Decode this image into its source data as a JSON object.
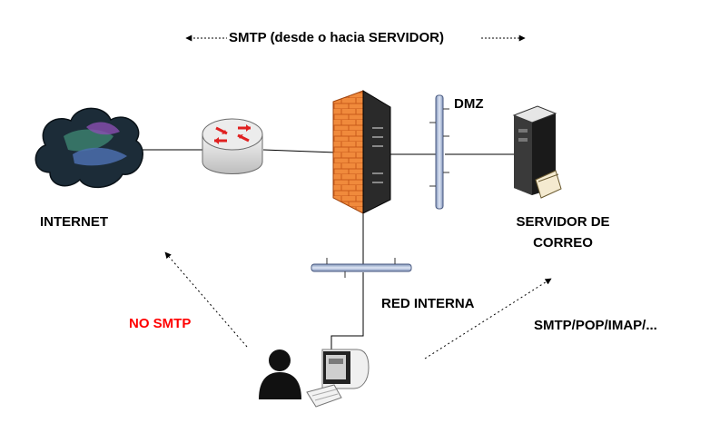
{
  "top_label": "SMTP (desde o hacia SERVIDOR)",
  "labels": {
    "dmz": "DMZ",
    "internet": "INTERNET",
    "server_line1": "SERVIDOR DE",
    "server_line2": "CORREO",
    "red_interna": "RED INTERNA",
    "no_smtp": "NO SMTP",
    "smtp_pop": "SMTP/POP/IMAP/..."
  },
  "colors": {
    "no_smtp": "#ff0000",
    "firewall_brick": "#f08a3c",
    "bus": "#b8c8e6",
    "router_arrows": "#e02020"
  },
  "icons": [
    "cloud-icon",
    "router-icon",
    "firewall-icon",
    "mail-server-icon",
    "user-icon",
    "computer-icon"
  ]
}
